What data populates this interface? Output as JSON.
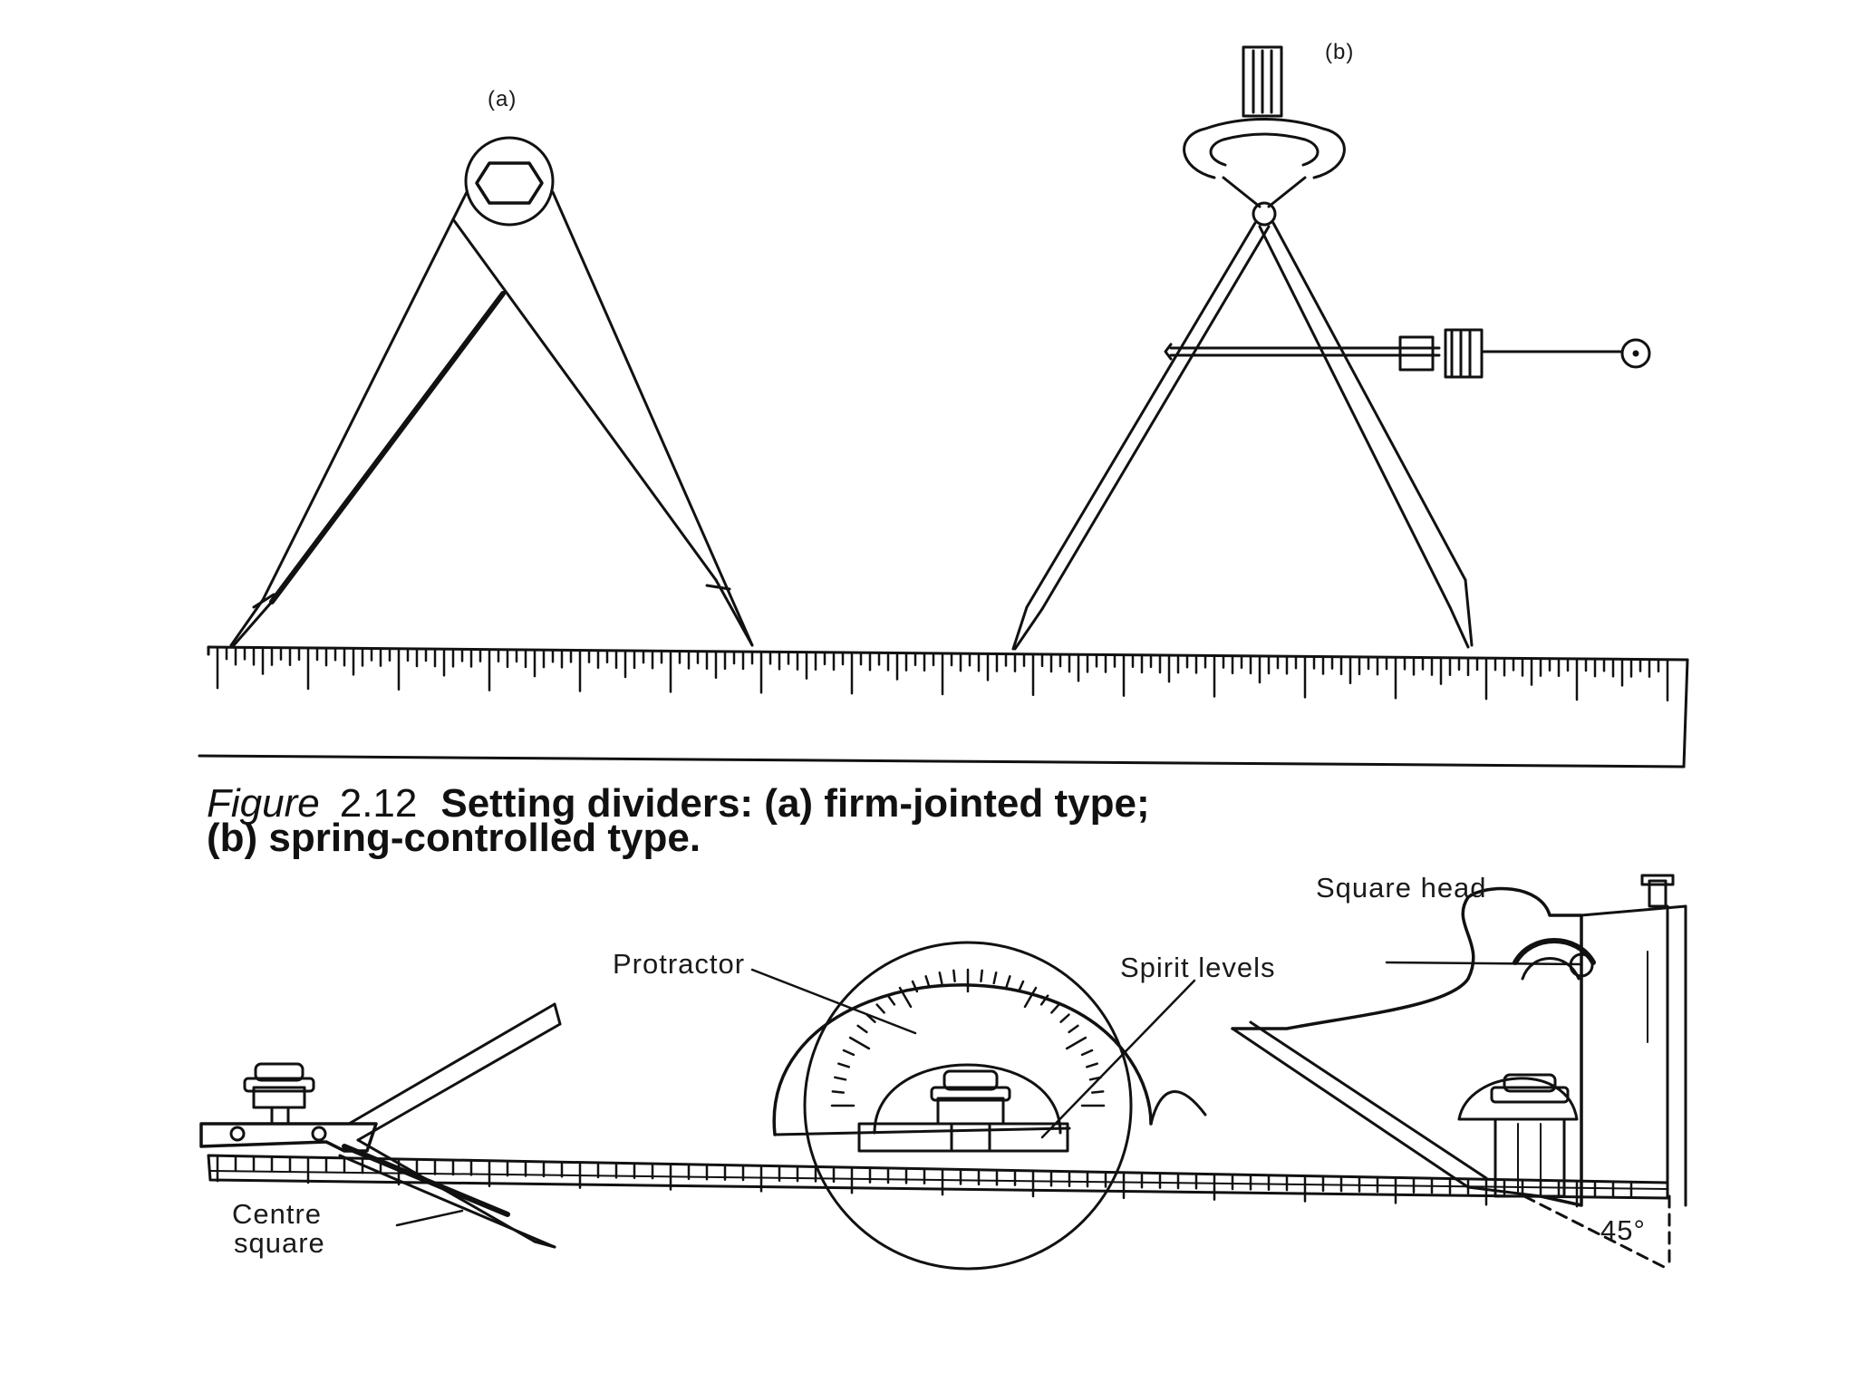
{
  "labels": {
    "a": "(a)",
    "b": "(b)",
    "square_head": "Square head",
    "protractor": "Protractor",
    "spirit_levels": "Spirit levels",
    "centre": "Centre",
    "square": "square",
    "angle": "45°"
  },
  "caption": {
    "figure_word": "Figure",
    "number": "2.12",
    "line1": "Setting dividers: (a) firm-jointed type;",
    "line2": "(b) spring-controlled type."
  }
}
